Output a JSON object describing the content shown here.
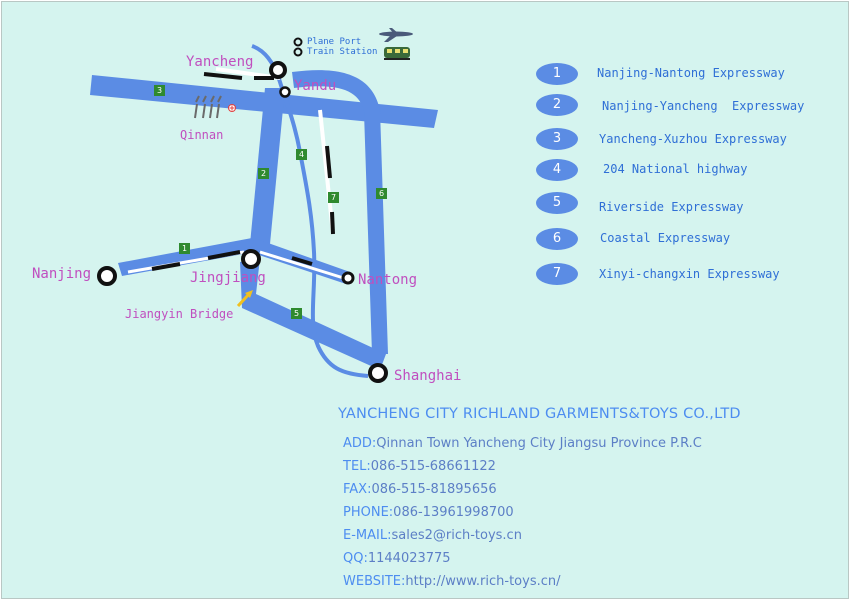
{
  "map": {
    "cities": {
      "yancheng": "Yancheng",
      "yandu": "Yandu",
      "nanjing": "Nanjing",
      "jingjiang": "Jingjiang",
      "nantong": "Nantong",
      "shanghai": "Shanghai",
      "qinnan": "Qinnan"
    },
    "bridge_label": "Jiangyin Bridge",
    "transport_legend": {
      "plane": "Plane Port",
      "train": "Train Station"
    },
    "route_markers": [
      "1",
      "2",
      "3",
      "4",
      "5",
      "6",
      "7"
    ]
  },
  "legend": [
    {
      "num": "1",
      "label": "Nanjing-Nantong Expressway"
    },
    {
      "num": "2",
      "label": "Nanjing-Yancheng  Expressway"
    },
    {
      "num": "3",
      "label": "Yancheng-Xuzhou Expressway"
    },
    {
      "num": "4",
      "label": "204 National highway"
    },
    {
      "num": "5",
      "label": "Riverside Expressway"
    },
    {
      "num": "6",
      "label": "Coastal Expressway"
    },
    {
      "num": "7",
      "label": "Xinyi-changxin Expressway"
    }
  ],
  "company": {
    "name": "YANCHENG CITY RICHLAND GARMENTS&TOYS CO.,LTD",
    "rows": [
      {
        "key": "ADD:",
        "value": "Qinnan Town Yancheng City Jiangsu Province P.R.C"
      },
      {
        "key": "TEL:",
        "value": "086-515-68661122"
      },
      {
        "key": "FAX:",
        "value": "086-515-81895656"
      },
      {
        "key": "PHONE:",
        "value": "086-13961998700"
      },
      {
        "key": "E-MAIL:",
        "value": "sales2@rich-toys.cn"
      },
      {
        "key": "QQ:",
        "value": "1144023775"
      },
      {
        "key": "WEBSITE:",
        "value": "http://www.rich-toys.cn/"
      }
    ]
  },
  "colors": {
    "background": "#d5f4ef",
    "road": "#5b8ce4",
    "city_label": "#c04fbf",
    "route_marker": "#2f8a2f"
  }
}
